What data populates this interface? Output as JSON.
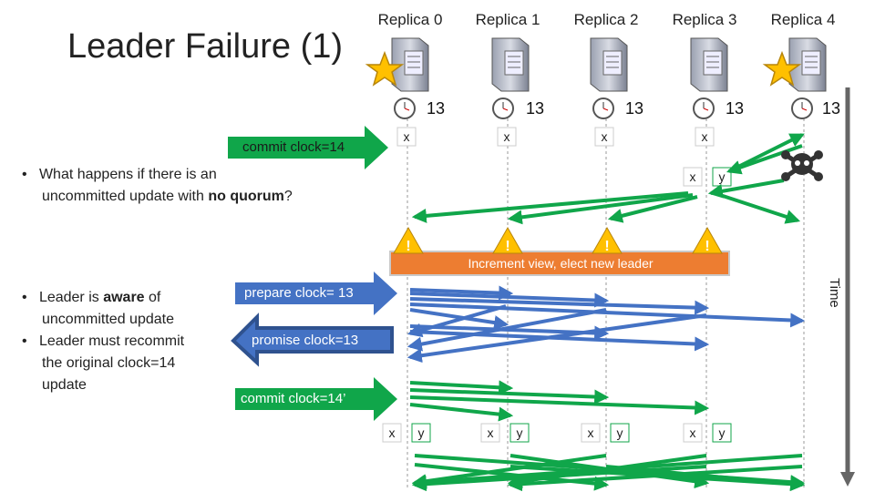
{
  "slide": {
    "title": "Leader Failure (1)",
    "replicas": [
      "Replica 0",
      "Replica 1",
      "Replica 2",
      "Replica 3",
      "Replica 4"
    ],
    "clock_values": [
      "13",
      "13",
      "13",
      "13",
      "13"
    ],
    "leaders_starred": [
      "Replica 0",
      "Replica 4"
    ],
    "failed_replica": "Replica 4",
    "time_label": "Time"
  },
  "commit_arrow_top": {
    "label": "commit clock=14"
  },
  "question": {
    "line1": "What happens if there is an",
    "line2_pre": "uncommitted update with ",
    "line2_bold": "no quorum",
    "line2_post": "?"
  },
  "log_top": {
    "row1": [
      "x",
      "x",
      "x",
      "x"
    ],
    "row2_x": "x",
    "row2_y": "y"
  },
  "view_change_banner": {
    "label": "Increment view, elect new leader"
  },
  "bullets": {
    "b1_pre": "Leader is ",
    "b1_bold": "aware",
    "b1_post": " of",
    "b1_line2": "uncommitted update",
    "b2_line1": "Leader must recommit",
    "b2_line2": "the original clock=14",
    "b2_line3": "update"
  },
  "prepare_arrow": {
    "label": "prepare clock= 13"
  },
  "promise_arrow": {
    "label": "promise clock=13"
  },
  "commit_arrow_bottom": {
    "label": "commit clock=14’"
  },
  "log_bottom": {
    "cells": [
      [
        "x",
        "y"
      ],
      [
        "x",
        "y"
      ],
      [
        "x",
        "y"
      ],
      [
        "x",
        "y"
      ]
    ]
  },
  "colors": {
    "green": "#10A64A",
    "blue": "#4472C4",
    "orange": "#ED7D31",
    "banner_border": "#C0C0C0",
    "warning": "#FFC000",
    "gold_star": "#FFC000"
  }
}
